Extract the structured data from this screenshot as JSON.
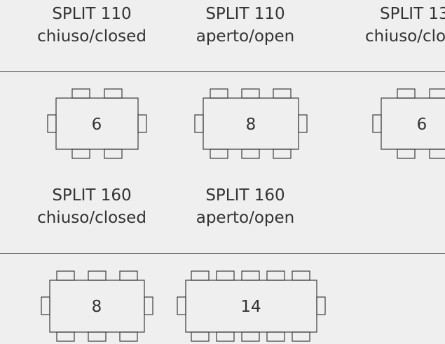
{
  "rows": [
    {
      "captions": [
        {
          "model": "SPLIT 110",
          "state": "chiuso/closed"
        },
        {
          "model": "SPLIT 110",
          "state": "aperto/open"
        },
        {
          "model": "SPLIT 13",
          "state": "chiuso/clo"
        }
      ],
      "seats": [
        "6",
        "8",
        "6"
      ]
    },
    {
      "captions": [
        {
          "model": "SPLIT 160",
          "state": "chiuso/closed"
        },
        {
          "model": "SPLIT 160",
          "state": "aperto/open"
        }
      ],
      "seats": [
        "8",
        "14"
      ]
    }
  ]
}
